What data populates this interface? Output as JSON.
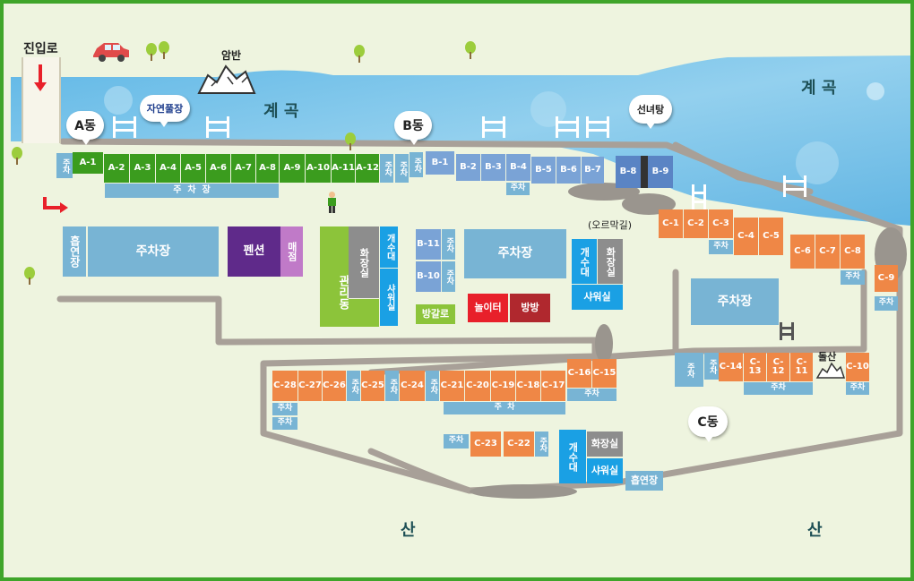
{
  "entrance": {
    "label": "진입로"
  },
  "landmarks": {
    "rock": "암반",
    "stream_left": "계 곡",
    "stream_right": "계 곡",
    "mountain_left": "산",
    "mountain_right": "산",
    "uphill": "(오르막길)",
    "stone_mountain": "돌산"
  },
  "bubbles": {
    "a_zone": "A동",
    "natural_pool": "자연풀장",
    "b_zone": "B동",
    "fairy_bath": "선녀탕",
    "c_zone": "C동"
  },
  "a_sites": [
    "A-1",
    "A-2",
    "A-3",
    "A-4",
    "A-5",
    "A-6",
    "A-7",
    "A-8",
    "A-9",
    "A-10",
    "A-11",
    "A-12"
  ],
  "b_sites": [
    "B-1",
    "B-2",
    "B-3",
    "B-4",
    "B-5",
    "B-6",
    "B-7",
    "B-8",
    "B-9",
    "B-10",
    "B-11"
  ],
  "c_sites": [
    "C-1",
    "C-2",
    "C-3",
    "C-4",
    "C-5",
    "C-6",
    "C-7",
    "C-8",
    "C-9",
    "C-10",
    "C-11",
    "C-12",
    "C-13",
    "C-14",
    "C-15",
    "C-16",
    "C-17",
    "C-18",
    "C-19",
    "C-20",
    "C-21",
    "C-22",
    "C-23",
    "C-24",
    "C-25",
    "C-26",
    "C-27",
    "C-28"
  ],
  "facilities": {
    "parking_short": "주차",
    "parking_spaced": "주  차  장",
    "parking_spaced_small": "주  차",
    "parking_lot": "주차장",
    "smoking": "흡연장",
    "pension": "펜션",
    "store": "매점",
    "management": "관리동",
    "toilet": "화장실",
    "sink": "개수대",
    "shower": "샤워실",
    "bangal": "방갈로",
    "playground": "놀이터",
    "room": "방방"
  },
  "colors": {
    "border": "#3fa52a",
    "a_zone": "#3b9c1e",
    "b_zone": "#7aa3d6",
    "c_zone": "#ef8746",
    "parking": "#78b4d4",
    "stream": "#7cc3e8"
  }
}
